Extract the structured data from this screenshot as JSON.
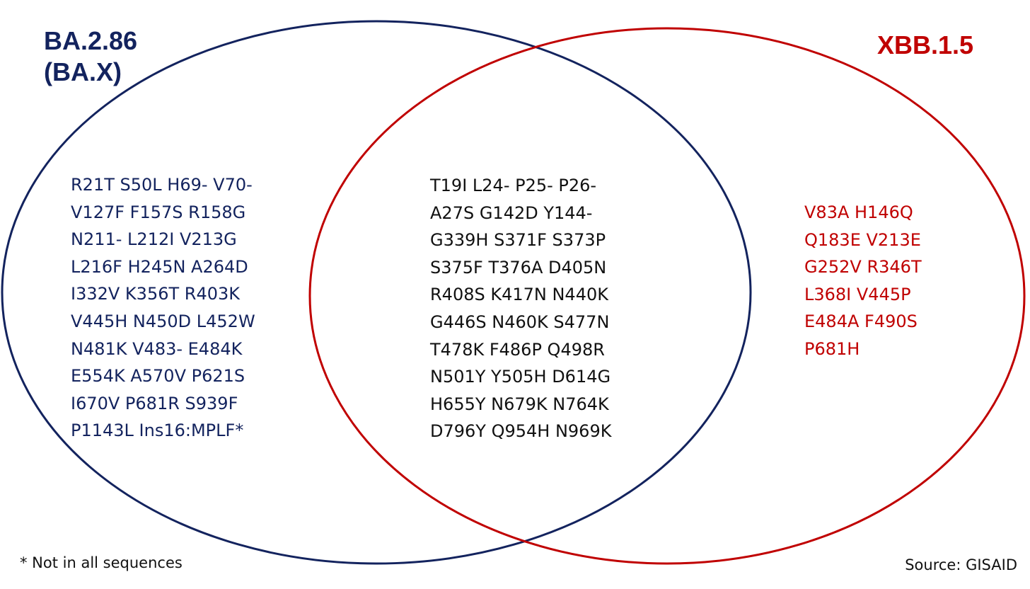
{
  "colors": {
    "left_set": "#13235e",
    "right_set": "#c00000",
    "intersection_text": "#111111"
  },
  "sets": {
    "left": {
      "title": "BA.2.86",
      "subtitle": "(BA.X)",
      "rows": [
        "R21T  S50L  H69-  V70-",
        "V127F  F157S  R158G",
        "N211-  L212I  V213G",
        "L216F  H245N  A264D",
        "I332V  K356T  R403K",
        "V445H  N450D  L452W",
        "N481K  V483-  E484K",
        "E554K  A570V  P621S",
        "I670V  P681R  S939F",
        "P1143L  Ins16:MPLF*"
      ]
    },
    "intersection": {
      "rows": [
        "T19I  L24-  P25-  P26-",
        "A27S  G142D  Y144-",
        "G339H  S371F  S373P",
        "S375F  T376A  D405N",
        "R408S  K417N  N440K",
        "G446S  N460K  S477N",
        "T478K  F486P  Q498R",
        "N501Y  Y505H  D614G",
        "H655Y  N679K  N764K",
        "D796Y  Q954H  N969K"
      ]
    },
    "right": {
      "title": "XBB.1.5",
      "rows": [
        "V83A  H146Q",
        "Q183E  V213E",
        "G252V  R346T",
        "L368I  V445P",
        "E484A  F490S",
        "P681H"
      ]
    }
  },
  "footnote": "* Not in all sequences",
  "source": "Source: GISAID"
}
